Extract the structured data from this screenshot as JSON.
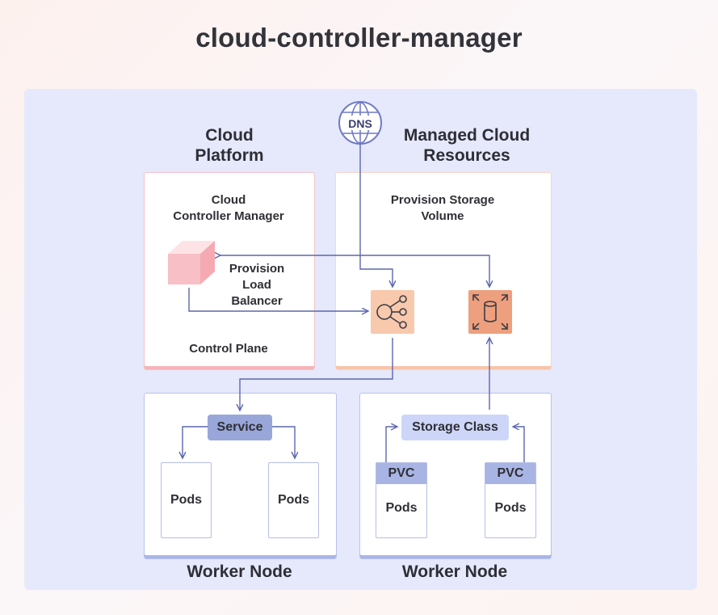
{
  "title": "cloud-controller-manager",
  "cloud_platform": {
    "heading": "Cloud\nPlatform",
    "ccm_label": "Cloud\nController Manager",
    "provision_lb_label": "Provision\nLoad\nBalancer",
    "control_plane_label": "Control Plane"
  },
  "managed_resources": {
    "heading": "Managed Cloud\nResources",
    "provision_storage_label": "Provision Storage\nVolume",
    "dns_label": "DNS"
  },
  "worker_left": {
    "label": "Worker Node",
    "service_label": "Service",
    "pods": [
      "Pods",
      "Pods"
    ]
  },
  "worker_right": {
    "label": "Worker Node",
    "storage_class_label": "Storage Class",
    "pvcs": [
      {
        "head": "PVC",
        "body": "Pods"
      },
      {
        "head": "PVC",
        "body": "Pods"
      }
    ]
  },
  "icons": [
    "dns-globe-icon",
    "cube-icon",
    "load-balancer-icon",
    "storage-volume-icon"
  ],
  "colors": {
    "panel": "#e5e9fb",
    "arrow": "#5d66ad",
    "control_plane_accent": "#f6b3b8",
    "managed_accent": "#f7c5ab",
    "worker_accent": "#a9b5e6",
    "service": "#98a6d9",
    "storage_class": "#cdd6f8",
    "lb_tile": "#f8c9ad",
    "volume_tile": "#ee9f7e"
  }
}
